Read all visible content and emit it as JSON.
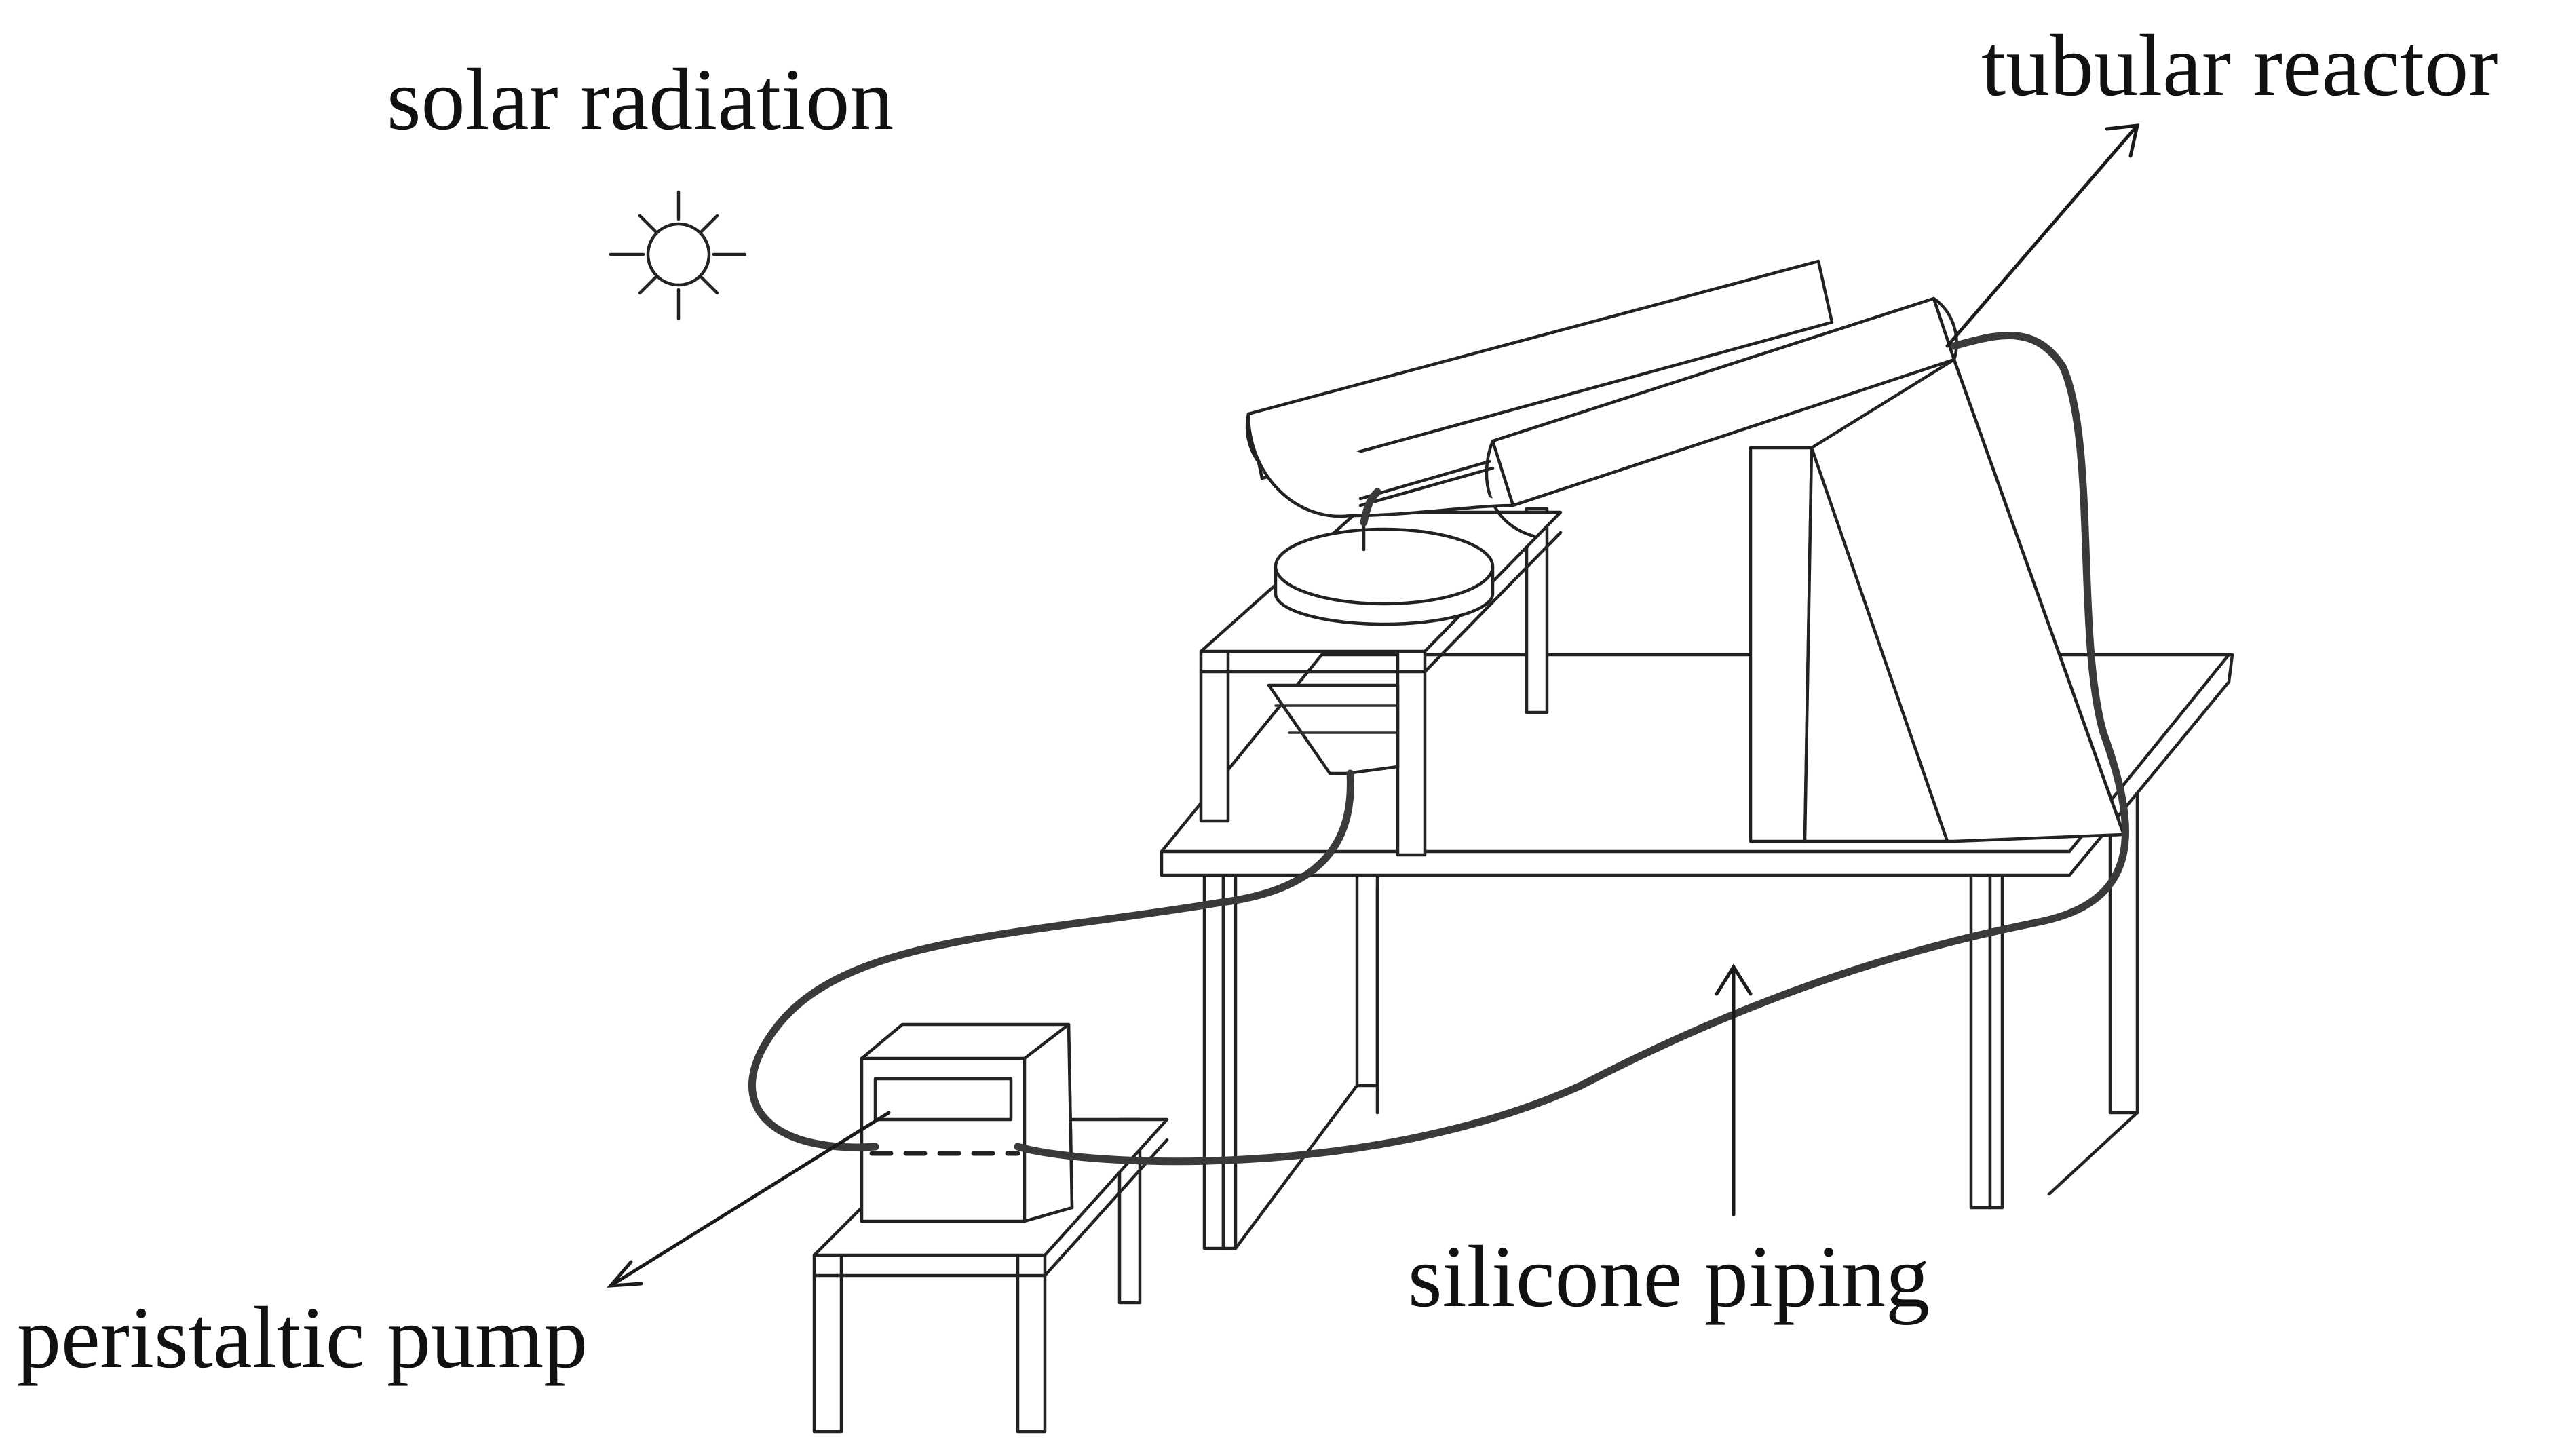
{
  "labels": {
    "solar_radiation": "solar radiation",
    "tubular_reactor": "tubular reactor",
    "silicone_piping": "silicone piping",
    "peristaltic_pump": "peristaltic pump"
  },
  "icons": {
    "sun": "sun-icon"
  },
  "colors": {
    "line": "#222222",
    "pipe": "#3a3a3a",
    "background": "#ffffff"
  }
}
